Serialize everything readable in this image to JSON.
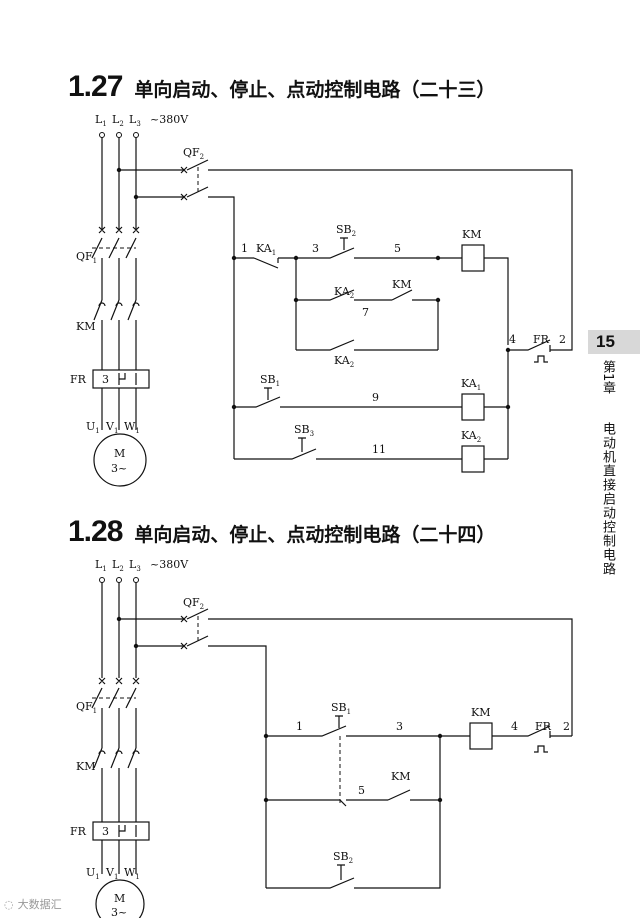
{
  "sections": [
    {
      "number": "1.27",
      "title": "单向启动、停止、点动控制电路（二十三）"
    },
    {
      "number": "1.28",
      "title": "单向启动、停止、点动控制电路（二十四）"
    }
  ],
  "diagram_1": {
    "phases": [
      "L",
      "L",
      "L"
    ],
    "phase_subs": [
      "1",
      "2",
      "3"
    ],
    "voltage": "~380V",
    "qf2": "QF",
    "qf2_sub": "2",
    "qf1": "QF",
    "qf1_sub": "1",
    "km_main": "KM",
    "fr": "FR",
    "fr_num": "3",
    "terminals": [
      "U",
      "V",
      "W"
    ],
    "terminal_subs": [
      "1",
      "1",
      "1"
    ],
    "motor": "M",
    "motor_phase": "3~",
    "node_1": "1",
    "node_3": "3",
    "node_5": "5",
    "node_7": "7",
    "node_9": "9",
    "node_11": "11",
    "node_4": "4",
    "node_2": "2",
    "ka1_contact": "KA",
    "ka1_contact_sub": "1",
    "sb2": "SB",
    "sb2_sub": "2",
    "coil_km": "KM",
    "ka2_a": "KA",
    "ka2_a_sub": "2",
    "km_aux": "KM",
    "ka2_b": "KA",
    "ka2_b_sub": "2",
    "fr_ctrl": "FR",
    "sb1": "SB",
    "sb1_sub": "1",
    "coil_ka1": "KA",
    "coil_ka1_sub": "1",
    "sb3": "SB",
    "sb3_sub": "3",
    "coil_ka2": "KA",
    "coil_ka2_sub": "2"
  },
  "diagram_2": {
    "phases": [
      "L",
      "L",
      "L"
    ],
    "phase_subs": [
      "1",
      "2",
      "3"
    ],
    "voltage": "~380V",
    "qf2": "QF",
    "qf2_sub": "2",
    "qf1": "QF",
    "qf1_sub": "1",
    "km_main": "KM",
    "fr": "FR",
    "fr_num": "3",
    "terminals": [
      "U",
      "V",
      "W"
    ],
    "terminal_subs": [
      "1",
      "1",
      "1"
    ],
    "motor": "M",
    "motor_phase": "3~",
    "node_1": "1",
    "node_3": "3",
    "node_5": "5",
    "node_4": "4",
    "node_2": "2",
    "sb1": "SB",
    "sb1_sub": "1",
    "coil_km": "KM",
    "fr_ctrl": "FR",
    "km_aux": "KM",
    "sb2": "SB",
    "sb2_sub": "2"
  },
  "sidebar": {
    "chapter_number": "15",
    "chapter_label": "第1章",
    "chapter_subject": "电动机直接启动控制电路"
  },
  "watermark": "大数据汇"
}
